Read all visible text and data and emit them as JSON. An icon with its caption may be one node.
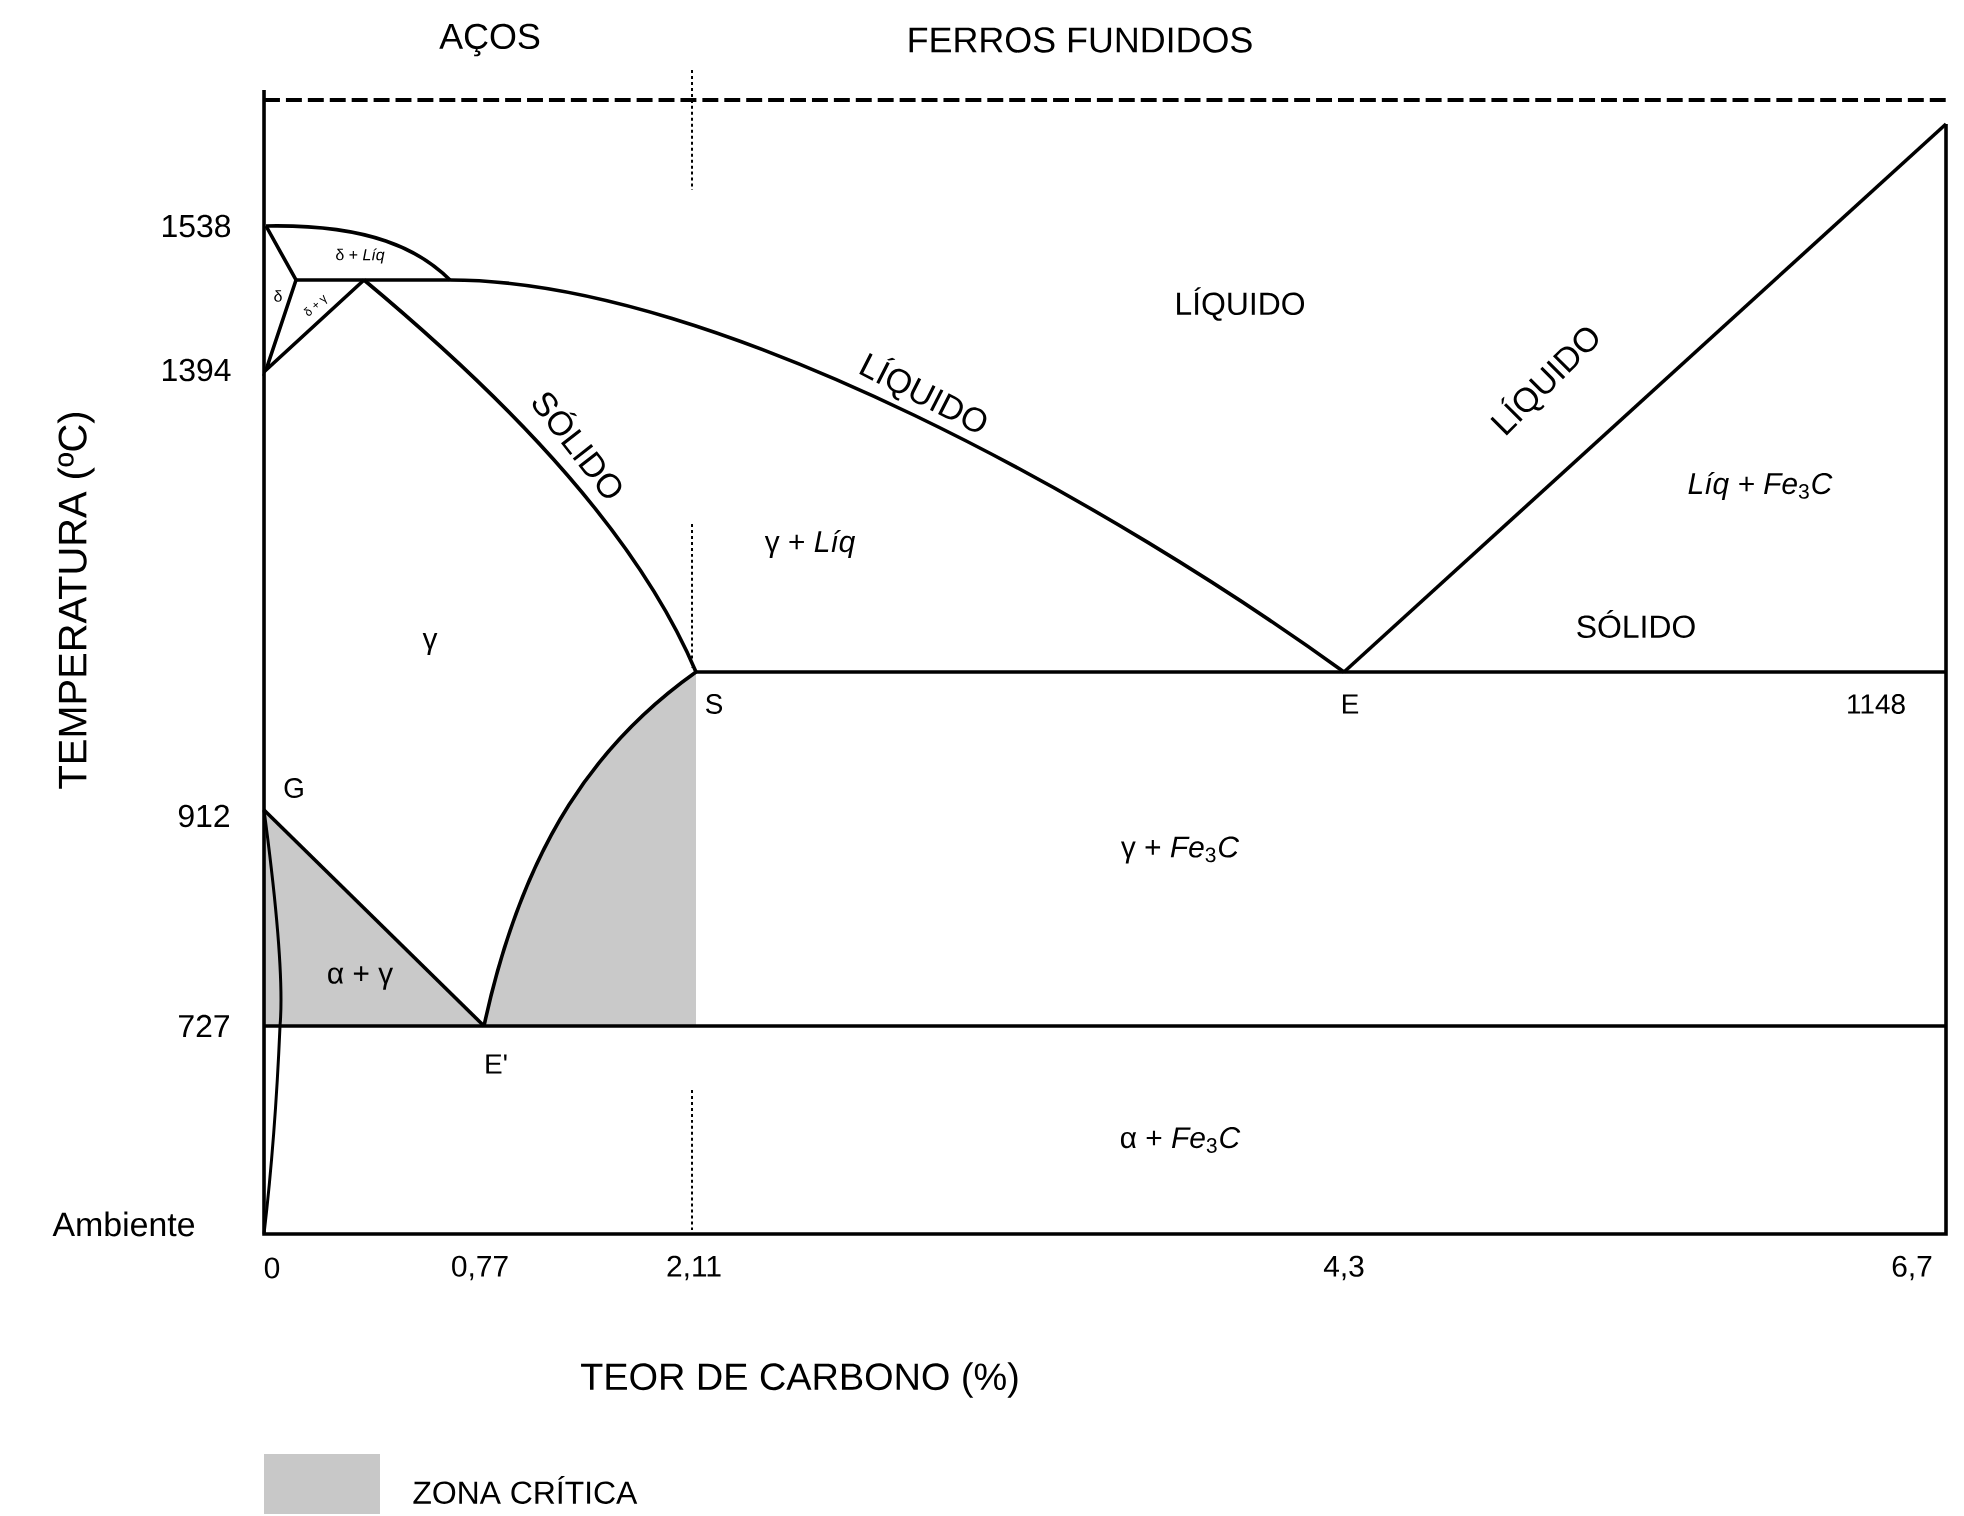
{
  "diagram": {
    "labels": [
      "AÇOS",
      "FERROS FUNDIDOS",
      "1538",
      "1394",
      "912",
      "727",
      "Ambiente",
      "TEMPERATURA (ºC)",
      "LÍQUIDO",
      "LÍQUIDO",
      "SÓLIDO",
      "LÍQUIDO",
      "δ + *Líq*",
      "δ",
      "δ + γ",
      "γ + *Líq*",
      "*Líq + Fe*$_{3}$*C*",
      "γ",
      "S",
      "E",
      "SÓLIDO",
      "1148",
      "G",
      "γ + *Fe*$_{3}$*C*",
      "α + γ",
      "E'",
      "α + *Fe*$_{3}$*C*",
      "0",
      "0,77",
      "2,11",
      "4,3",
      "6,7",
      "TEOR DE CARBONO (%)"
    ],
    "legend": [
      {
        "text": "ZONA CRÍTICA",
        "color": "#c8c8c8"
      }
    ]
  }
}
